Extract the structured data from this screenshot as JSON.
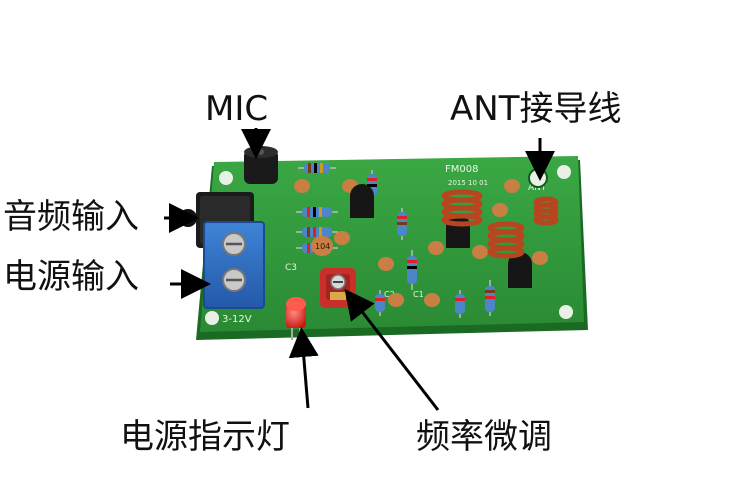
{
  "callouts": {
    "mic": "MIC",
    "antenna": "ANT接导线",
    "audio_input": "音频输入",
    "power_input": "电源输入",
    "power_indicator": "电源指示灯",
    "frequency_tune": "频率微调"
  },
  "board_silkscreen": {
    "model": "FM008",
    "date": "2015 10 01",
    "ant": "ANT",
    "voltage": "3-12V",
    "c3": "C3",
    "cap_code": "104",
    "c1": "C1",
    "c2": "C2"
  },
  "colors": {
    "pcb": "#2f9a3a",
    "pcb_edge": "#1f7a2a",
    "terminal_block": "#2f6fc4",
    "coil": "#b8451f",
    "led": "#e0281c",
    "trimmer": "#c9302a",
    "capacitor": "#c97f44"
  }
}
